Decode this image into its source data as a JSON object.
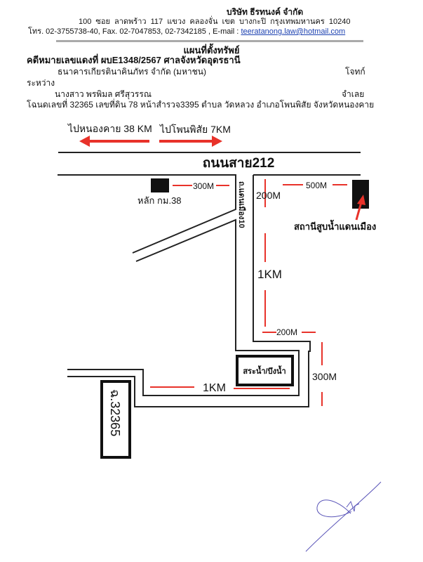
{
  "header": {
    "company": "บริษัท ธีรทนงค์ จำกัด",
    "address": "100 ซอย ลาดพร้าว 117 แขวง คลองจั่น เขต บางกะปิ กรุงเทพมหานคร 10240",
    "contact_prefix": "โทร. 02-3755738-40, Fax. 02-7047853, 02-7342185 , E-mail : ",
    "email": "teeratanong.law@hotmail.com"
  },
  "document": {
    "title": "แผนที่ตั้งทรัพย์",
    "case": "คดีหมายเลขแดงที่ ผบE1348/2567 ศาลจังหวัดอุดรธานี",
    "plaintiff": "ธนาคารเกียรตินาคินภัทร จำกัด (มหาชน)",
    "plaintiff_role": "โจทก์",
    "between": "ระหว่าง",
    "defendant": "นางสาว พรพิมล ศรีสุวรรณ",
    "defendant_role": "จำเลย",
    "deed": "โฉนดเลขที่ 32365 เลขที่ดิน 78 หน้าสำรวจ3395 ตำบล วัดหลวง อำเภอโพนพิสัย จังหวัดหนองคาย"
  },
  "map": {
    "to_left": "ไปหนองคาย 38 KM",
    "to_right": "ไปโพนพิสัย 7KM",
    "main_road": "ถนนสาย212",
    "side_road": "ถ.แดนเมือง10",
    "km_post": "หลัก กม.38",
    "km_post_distance": "300M",
    "station": "สถานีสูบน้ำแดนเมือง",
    "station_distance": "500M",
    "dist_200m_a": "200M",
    "dist_1km_a": "1KM",
    "dist_200m_b": "200M",
    "dist_300m": "300M",
    "dist_1km_b": "1KM",
    "pond": "สระน้ำ/บึงน้ำ",
    "parcel": "ฉ.32365"
  },
  "colors": {
    "accent_red": "#e8322a",
    "signature": "#5a55b8"
  }
}
